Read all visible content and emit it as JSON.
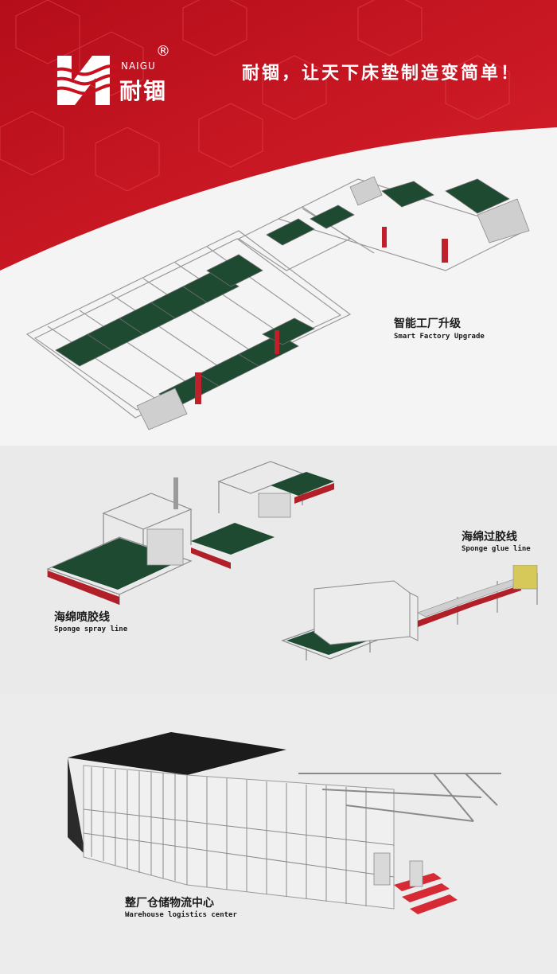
{
  "colors": {
    "brand_red": "#c8101e",
    "line_green": "#1e4a32",
    "frame_grey": "#9a9a9a",
    "frame_red": "#c0202a"
  },
  "header": {
    "brand_en": "NAIGU",
    "brand_cn": "耐锢",
    "registered": "®",
    "slogan": "耐锢，让天下床垫制造变简单！",
    "logo_icon": "naigu-n-logo"
  },
  "sections": [
    {
      "caption_cn": "智能工厂升级",
      "caption_en": "Smart Factory Upgrade",
      "image": "smart-factory-line"
    },
    {
      "caption_cn": "海绵喷胶线",
      "caption_en": "Sponge spray line",
      "image": "sponge-spray-machine"
    },
    {
      "caption_cn": "海绵过胶线",
      "caption_en": "Sponge glue line",
      "image": "sponge-glue-machine"
    },
    {
      "caption_cn": "整厂仓储物流中心",
      "caption_en": "Warehouse logistics center",
      "image": "warehouse-rack"
    }
  ]
}
